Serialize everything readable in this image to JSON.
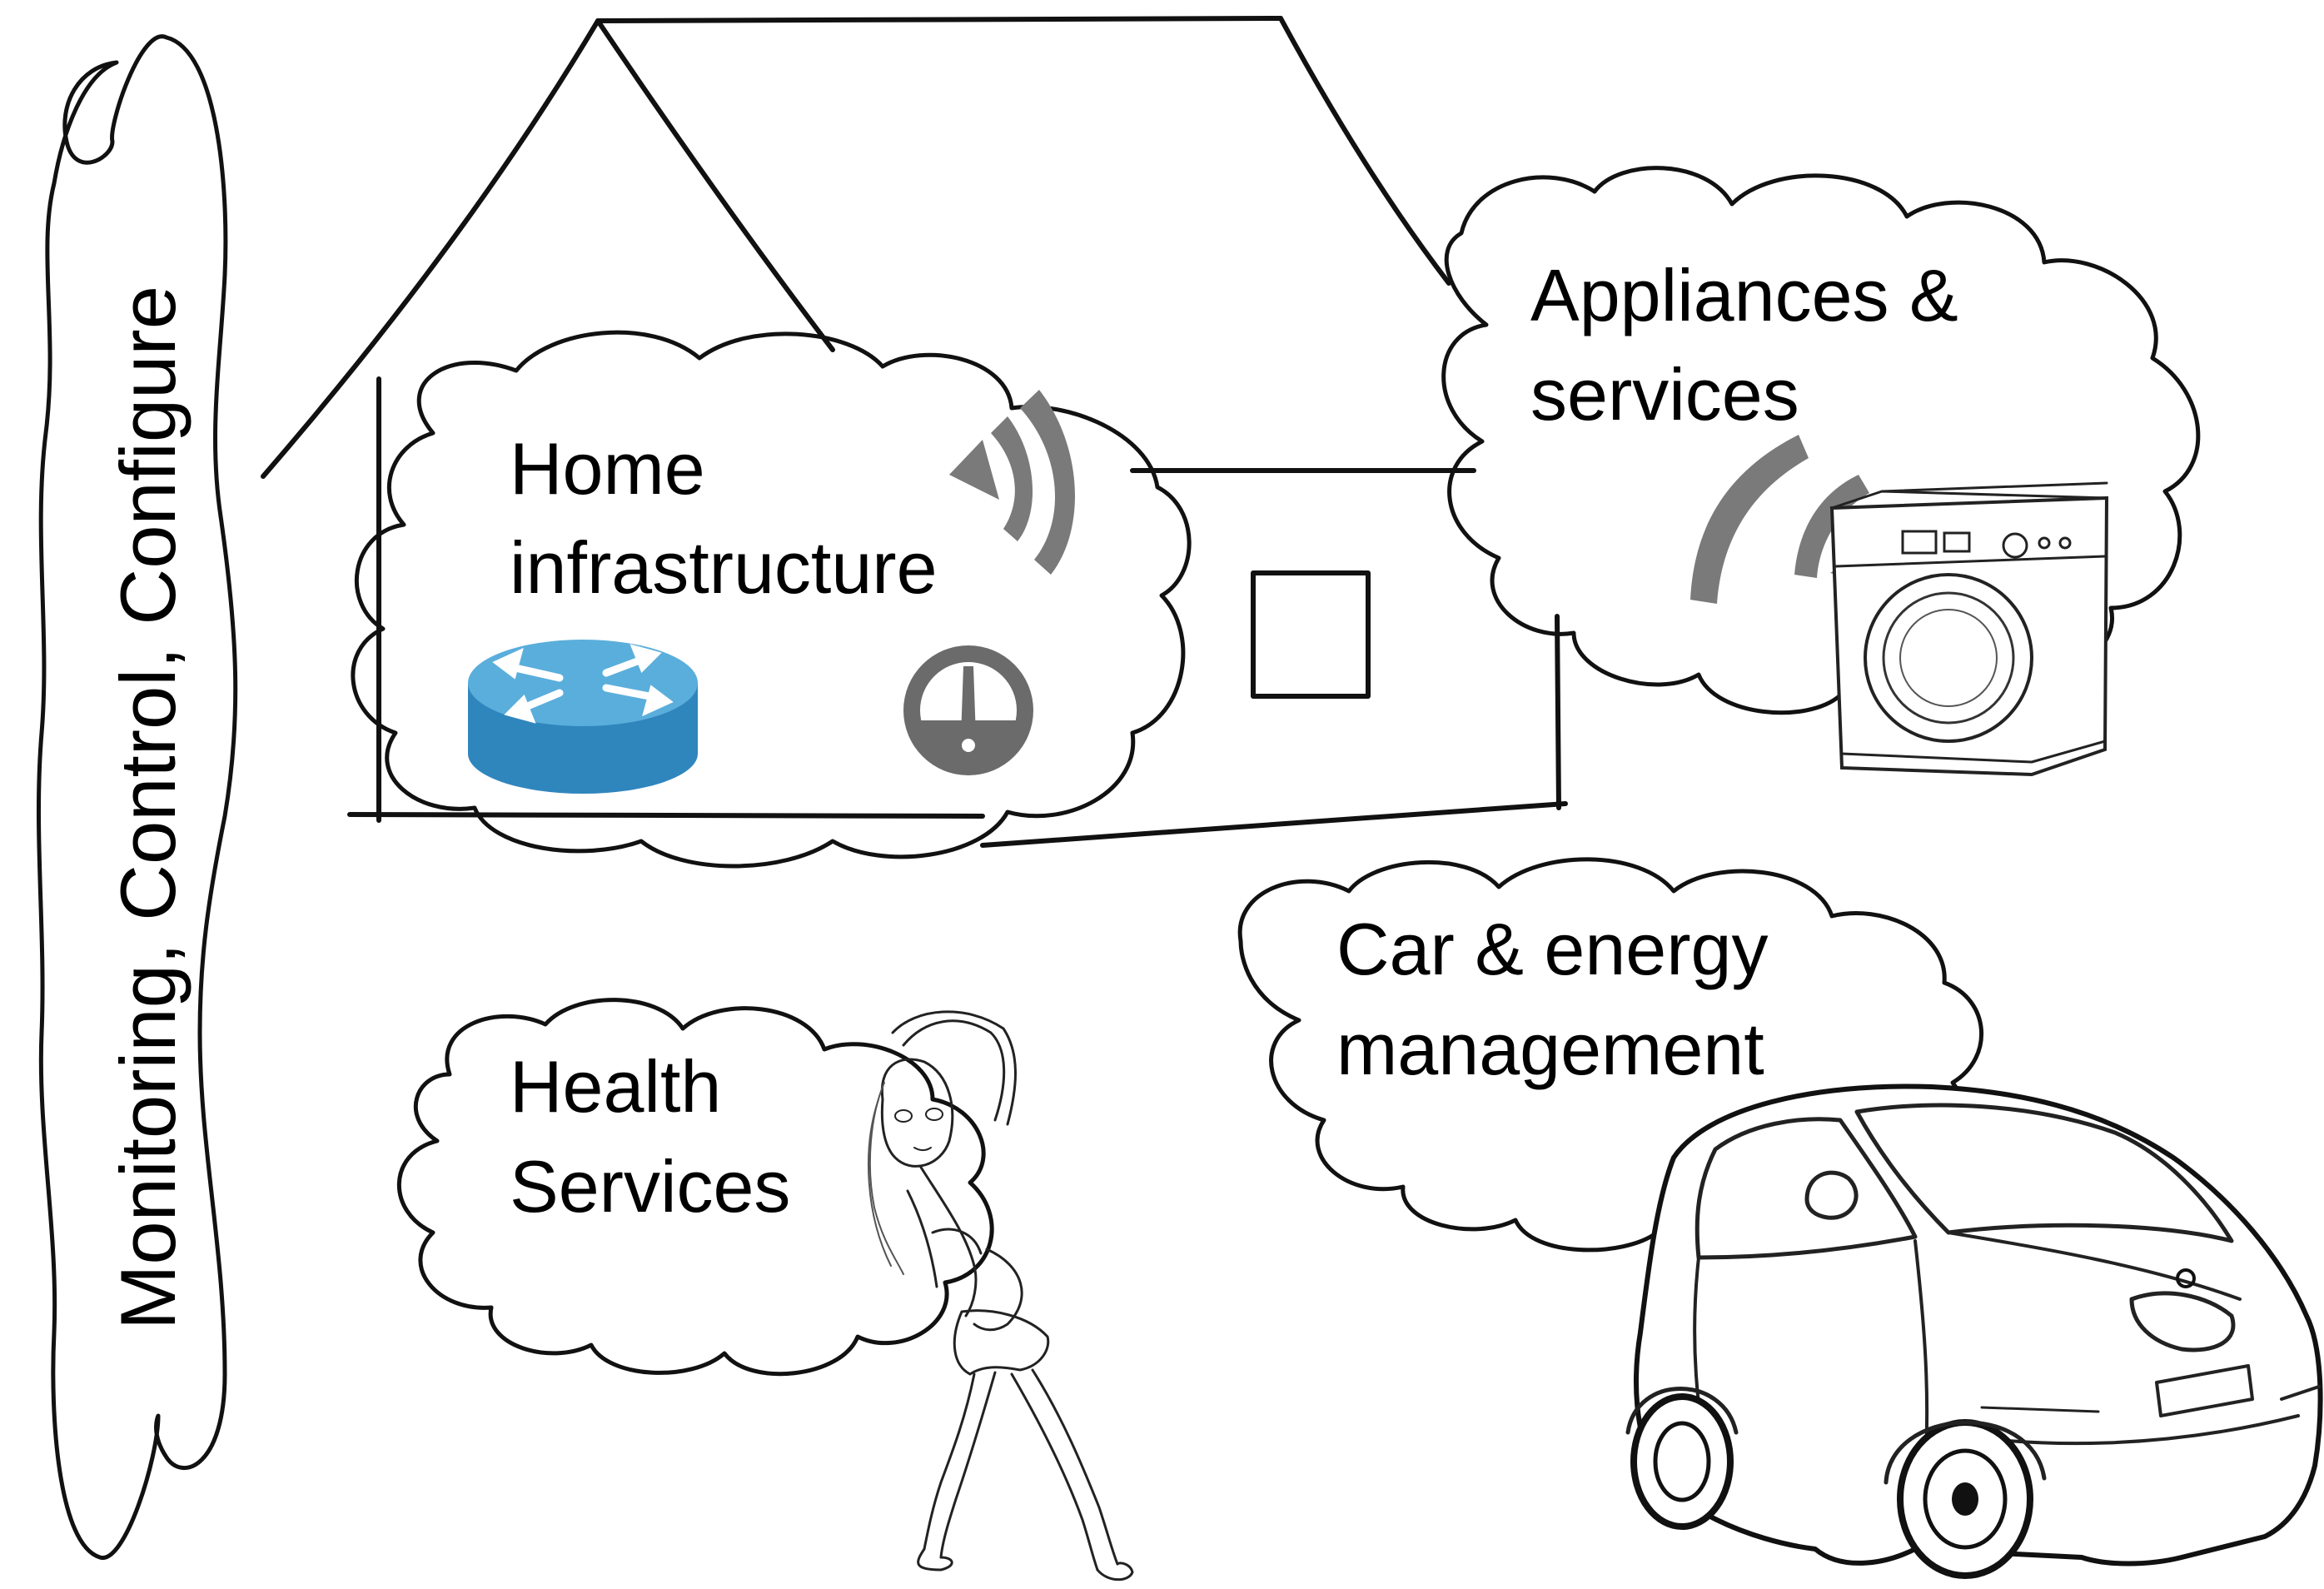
{
  "sidebar": {
    "label": "Monitoring, Control, Configure"
  },
  "clouds": {
    "home_infrastructure": {
      "line1": "Home",
      "line2": "infrastructure"
    },
    "appliances": {
      "line1": "Appliances &",
      "line2": "services"
    },
    "car_energy": {
      "line1": "Car & energy",
      "line2": "management"
    },
    "health": {
      "line1": "Health",
      "line2": "Services"
    }
  },
  "colors": {
    "router_top": "#5aaedb",
    "router_side": "#2f86bd",
    "router_arrows": "#ffffff",
    "wifi_gray": "#7a7a7a",
    "meter_gray": "#6b6b6b",
    "outline": "#111111"
  },
  "icons": [
    "router-icon",
    "wifi-signal-icon",
    "gauge-meter-icon",
    "washing-machine-icon",
    "car-icon",
    "exercising-woman-figure",
    "house-outline"
  ]
}
